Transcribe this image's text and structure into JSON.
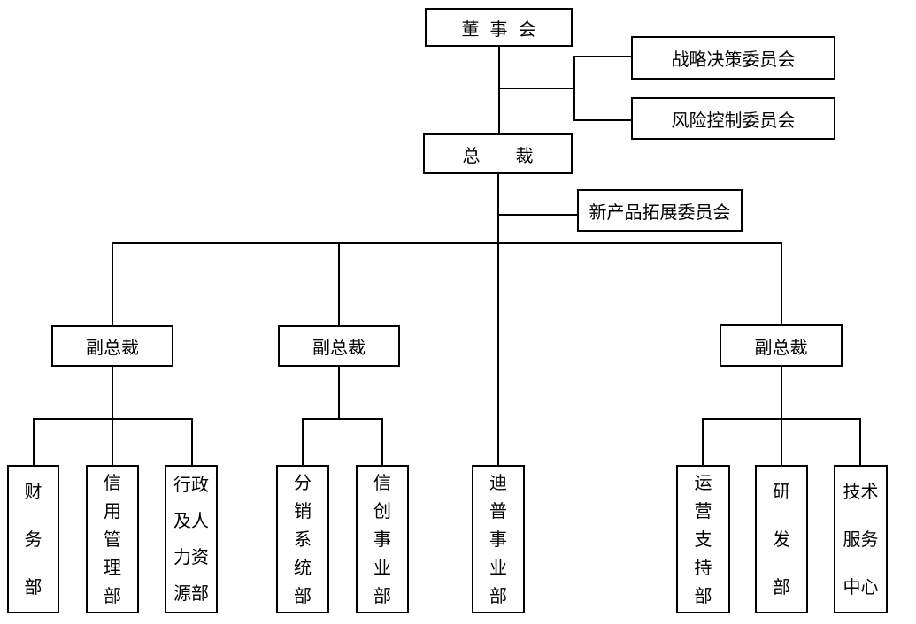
{
  "diagram": {
    "type": "org-chart",
    "background_color": "#ffffff",
    "line_color": "#000000",
    "box_border_color": "#000000",
    "box_fill_color": "#ffffff",
    "text_color": "#000000",
    "nodes": {
      "board": {
        "label": "董事会"
      },
      "strategy_committee": {
        "label": "战略决策委员会",
        "parent": "board"
      },
      "risk_committee": {
        "label": "风险控制委员会",
        "parent": "board"
      },
      "president": {
        "label": "总裁",
        "parent": "board"
      },
      "new_product_committee": {
        "label": "新产品拓展委员会",
        "parent": "president"
      },
      "vp1": {
        "label": "副总裁",
        "parent": "president"
      },
      "vp2": {
        "label": "副总裁",
        "parent": "president"
      },
      "vp3": {
        "label": "副总裁",
        "parent": "president"
      }
    },
    "departments": [
      {
        "name": "财务部",
        "display": "财\n务\n部",
        "parent": "vp1"
      },
      {
        "name": "信用管理部",
        "display": "信\n用\n管\n理\n部",
        "parent": "vp1"
      },
      {
        "name": "行政及人力资源部",
        "display": "行政\n及人\n力资\n源部",
        "parent": "vp1"
      },
      {
        "name": "分销系统部",
        "display": "分\n销\n系\n统\n部",
        "parent": "vp2"
      },
      {
        "name": "信创事业部",
        "display": "信\n创\n事\n业\n部",
        "parent": "vp2"
      },
      {
        "name": "迪普事业部",
        "display": "迪\n普\n事\n业\n部",
        "parent": "president"
      },
      {
        "name": "运营支持部",
        "display": "运\n营\n支\n持\n部",
        "parent": "vp3"
      },
      {
        "name": "研发部",
        "display": "研\n发\n部",
        "parent": "vp3"
      },
      {
        "name": "技术服务中心",
        "display": "技术\n服务\n中心",
        "parent": "vp3"
      }
    ]
  }
}
